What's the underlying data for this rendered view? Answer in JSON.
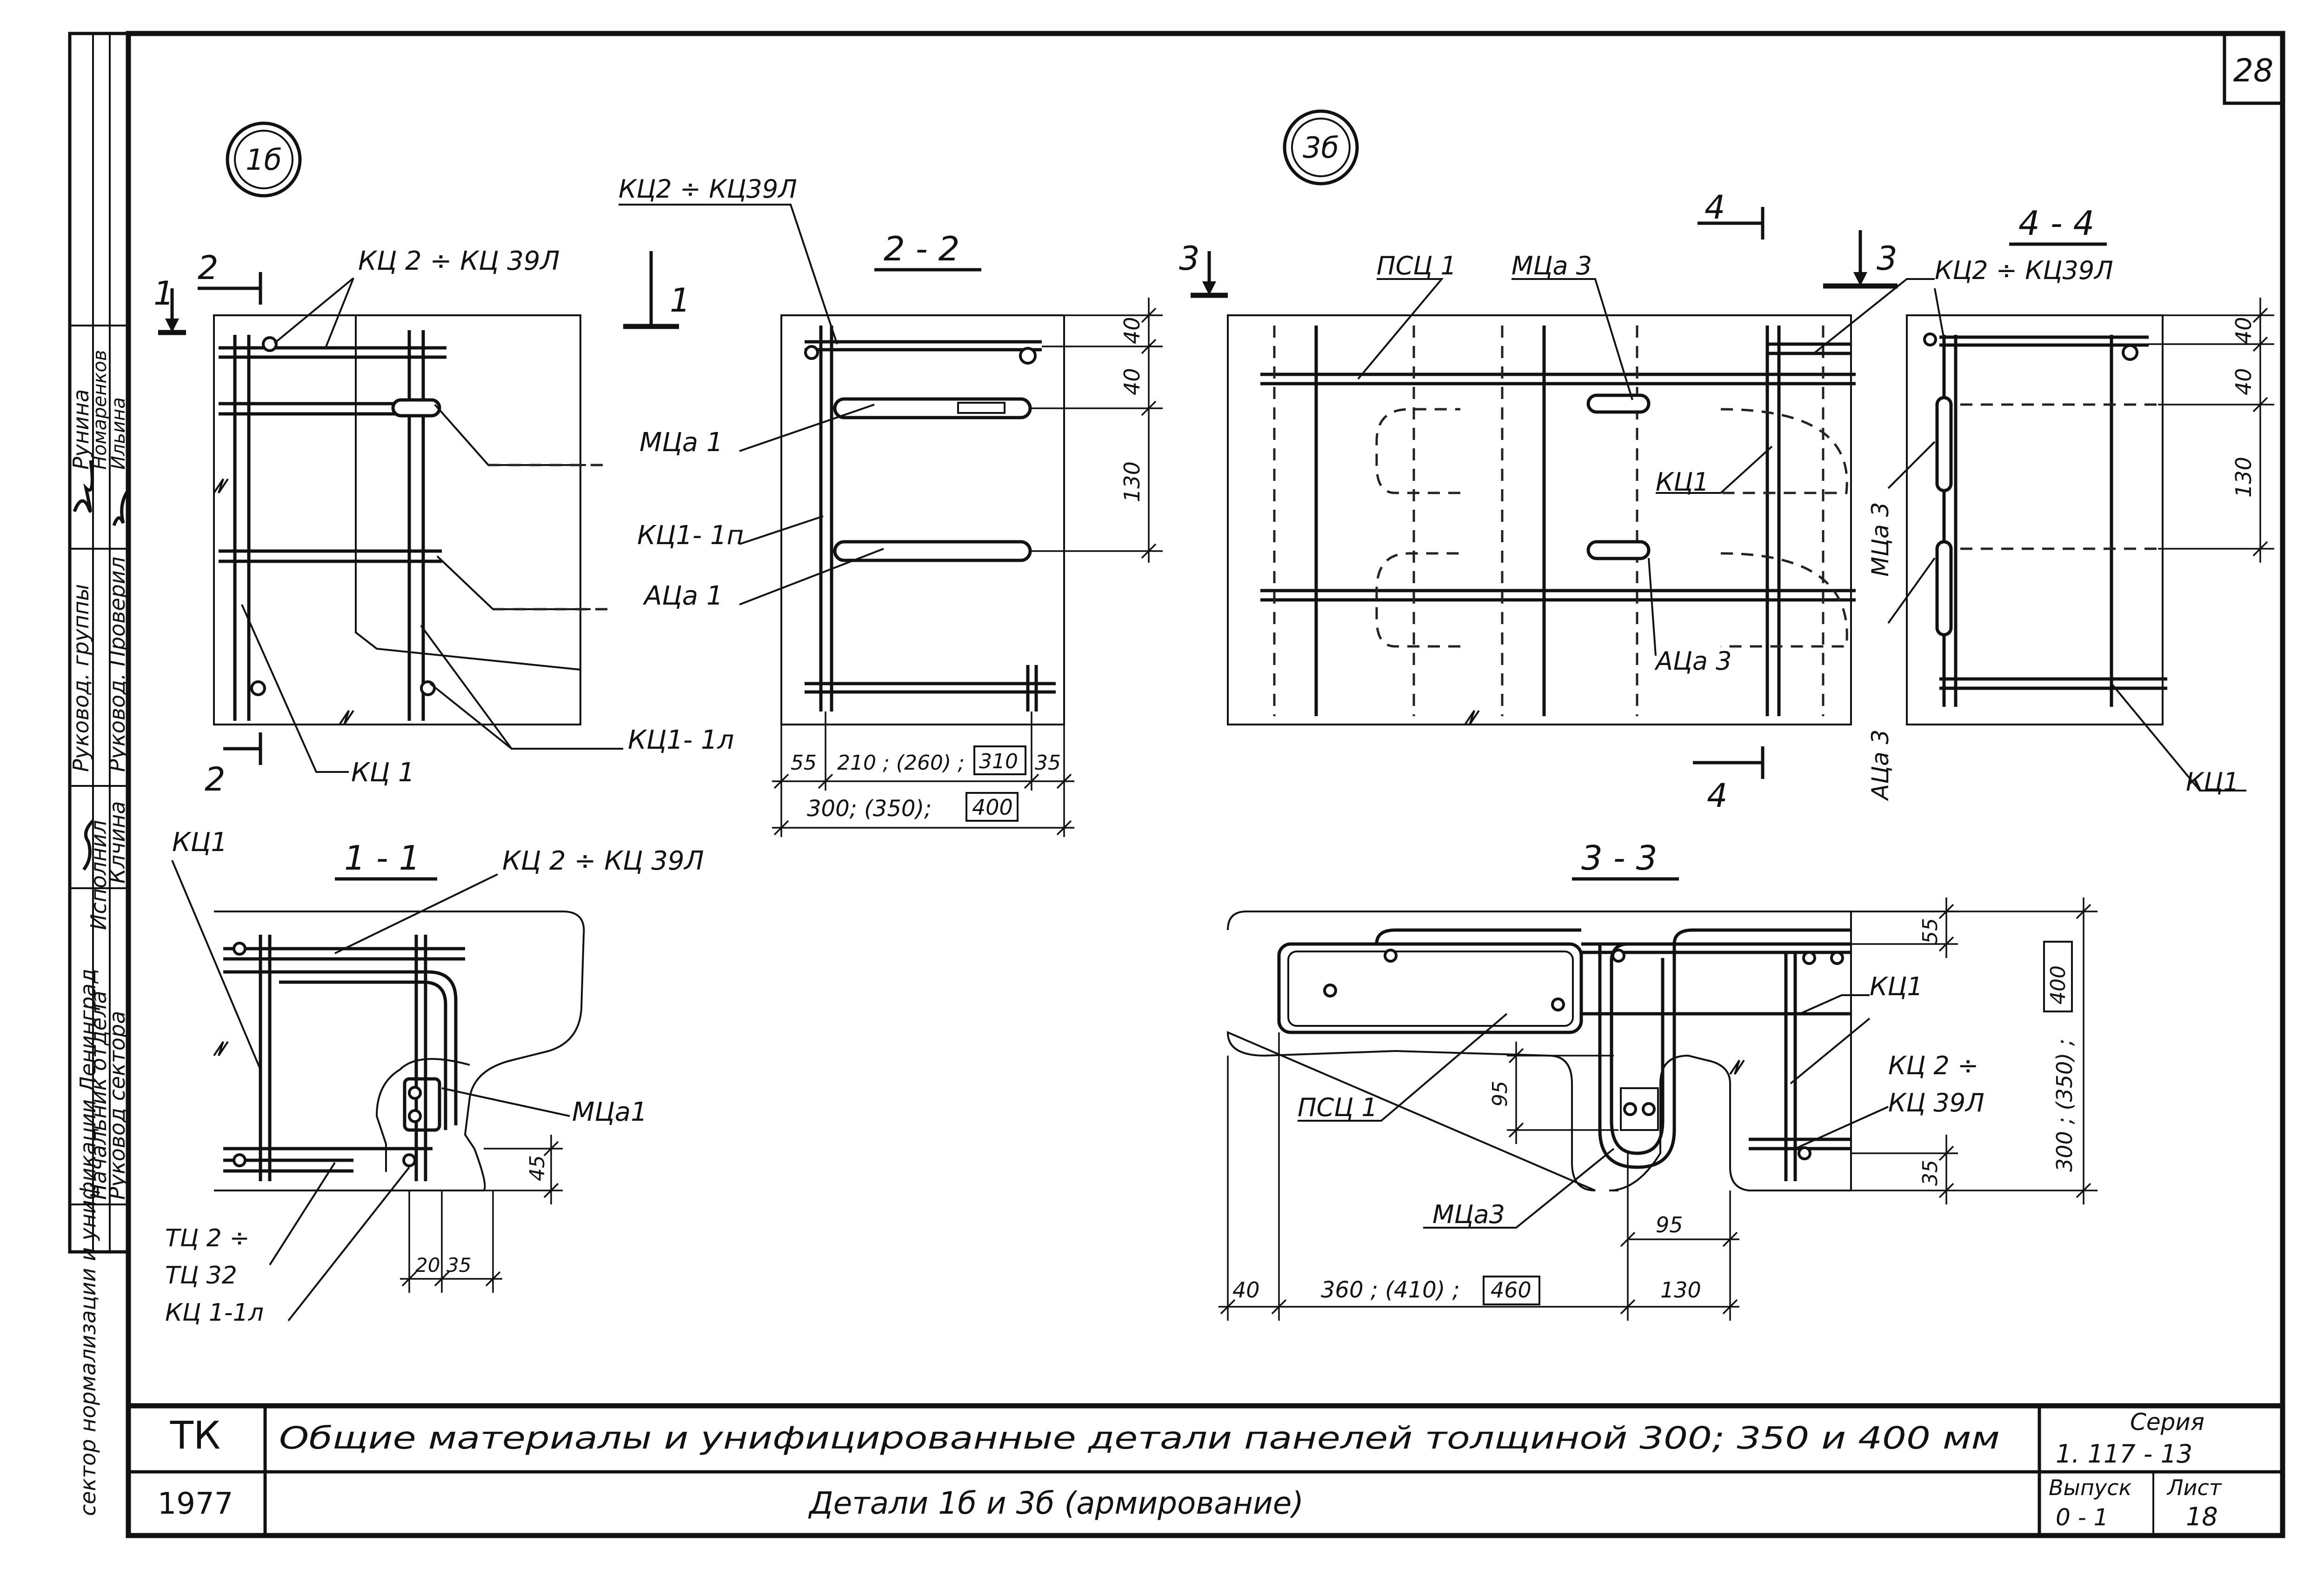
{
  "sheet": {
    "page_number": "28",
    "frame_color": "#111111",
    "paper_color": "#ffffff"
  },
  "left_column": {
    "roles": [
      "Руковод. группы",
      "Исполнил",
      "Руковод. Проверил"
    ],
    "roles_lower": [
      "Начальник отдела",
      "Руковод сектора"
    ],
    "names": [
      "Рунина",
      "Номаренков",
      "Ильина"
    ],
    "name_lower": "Клчина",
    "organization": "сектор нормализации и унификации Ленинград"
  },
  "callouts": {
    "left": "1б",
    "right": "3б"
  },
  "section_titles": {
    "s22": "2 - 2",
    "s11": "1 - 1",
    "s33": "3 - 3",
    "s44": "4 - 4"
  },
  "cut_marks": {
    "c1_top": "1",
    "c1_top_b": "1",
    "c2_top": "2",
    "c2_bottom": "2",
    "c3_left": "3",
    "c3_right": "3",
    "c4_top": "4",
    "c4_bottom": "4"
  },
  "labels": {
    "kc2_kc39_a": "КЦ 2 ÷ КЦ 39Л",
    "kc2_kc39_b": "КЦ2 ÷ КЦ39Л",
    "kc2_kc39_c": "КЦ 2 ÷ КЦ 39Л",
    "kc2_kc39_d": "КЦ2 ÷ КЦ39Л",
    "kc2_split_a": "КЦ 2 ÷",
    "kc2_split_b": "КЦ 39Л",
    "mca1_a": "МЦа 1",
    "mca1_b": "МЦа1",
    "kc1_1p": "КЦ1- 1п",
    "aca1": "АЦа 1",
    "kc1_1l_a": "КЦ1- 1л",
    "kc1_1l_b": "КЦ 1-1л",
    "kc1_a": "КЦ 1",
    "kc1_b": "КЦ1",
    "kc1_c": "КЦ1",
    "kc1_d": "КЦ1",
    "kc1_e": "КЦ1",
    "tc2_a": "ТЦ 2 ÷",
    "tc2_b": "ТЦ 32",
    "psc1_a": "ПСЦ 1",
    "psc1_b": "ПСЦ 1",
    "mca3_a": "МЦа 3",
    "mca3_b": "МЦа 3",
    "mca3_c": "МЦа3",
    "aca3_a": "АЦа 3",
    "aca3_b": "АЦа 3"
  },
  "dimensions": {
    "d22_40a": "40",
    "d22_40b": "40",
    "d22_130": "130",
    "d22_55": "55",
    "d22_210": "210 ; (260) ;",
    "d22_310": "310",
    "d22_35": "35",
    "d22_total": "300; (350);",
    "d22_total_box": "400",
    "d44_40a": "40",
    "d44_40b": "40",
    "d44_130": "130",
    "d11_45": "45",
    "d11_20": "20",
    "d11_35": "35",
    "d33_55": "55",
    "d33_95v": "95",
    "d33_35": "35",
    "d33_right": "300 ; (350) ;",
    "d33_right_box": "400",
    "d33_95h": "95",
    "d33_40": "40",
    "d33_360": "360 ; (410) ;",
    "d33_460": "460",
    "d33_130": "130"
  },
  "title_block": {
    "code": "ТК",
    "year": "1977",
    "title_main": "Общие материалы и унифицированные детали панелей толщиной 300; 350 и 400 мм",
    "title_sub": "Детали 1б и 3б (армирование)",
    "series_label": "Серия",
    "series_value": "1. 117 - 13",
    "issue_label": "Выпуск",
    "issue_value": "0 - 1",
    "sheet_label": "Лист",
    "sheet_value": "18"
  }
}
